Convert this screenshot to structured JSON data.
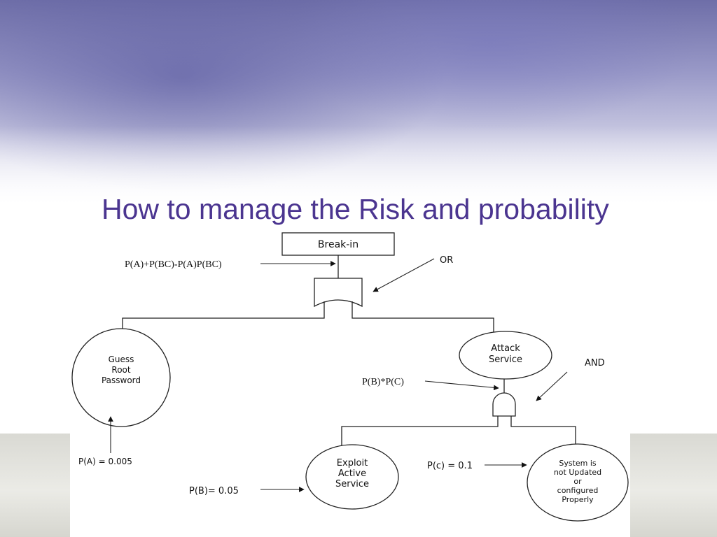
{
  "slide": {
    "title": "How to manage the Risk and probability"
  },
  "diagram": {
    "top_event": "Break-in",
    "formulas": {
      "top": "P(A)+P(BC)-P(A)P(BC)",
      "and": "P(B)*P(C)"
    },
    "gates": {
      "or_label": "OR",
      "and_label": "AND"
    },
    "nodes": {
      "guess": [
        "Guess",
        "Root",
        "Password"
      ],
      "attack": [
        "Attack",
        "Service"
      ],
      "exploit": [
        "Exploit",
        "Active",
        "Service"
      ],
      "system": [
        "System is",
        "not Updated",
        "or",
        "configured",
        "Properly"
      ]
    },
    "probabilities": {
      "a": "P(A) = 0.005",
      "b": "P(B)= 0.05",
      "c": "P(c) = 0.1"
    }
  }
}
